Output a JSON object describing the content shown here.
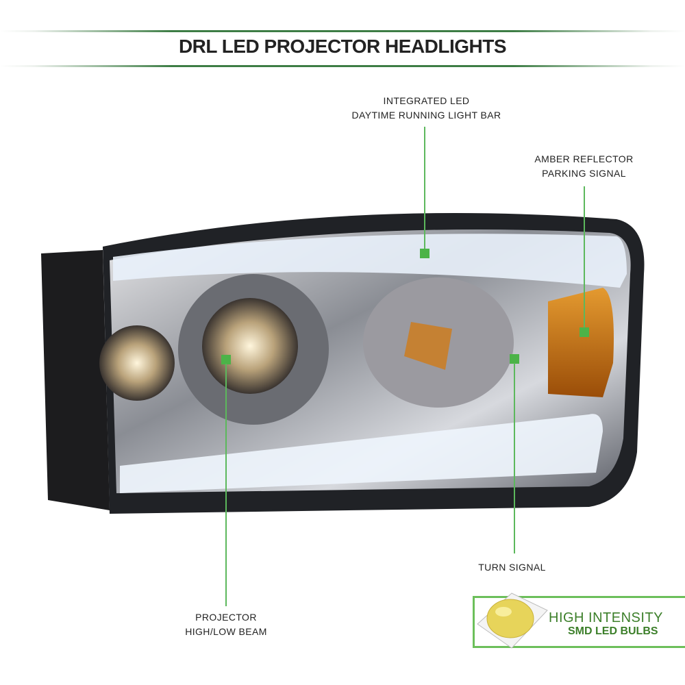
{
  "header": {
    "title": "DRL LED PROJECTOR HEADLIGHTS"
  },
  "callouts": {
    "drl": [
      "INTEGRATED LED",
      "DAYTIME RUNNING LIGHT BAR"
    ],
    "amber": [
      "AMBER REFLECTOR",
      "PARKING SIGNAL"
    ],
    "turn": [
      "TURN SIGNAL"
    ],
    "projector": [
      "PROJECTOR",
      "HIGH/LOW BEAM"
    ]
  },
  "badge": {
    "line1": "HIGH INTENSITY",
    "line2": "SMD LED BULBS"
  },
  "colors": {
    "accent": "#4cb348",
    "header_rule": "#3d7d45",
    "amber": "#c87010"
  }
}
